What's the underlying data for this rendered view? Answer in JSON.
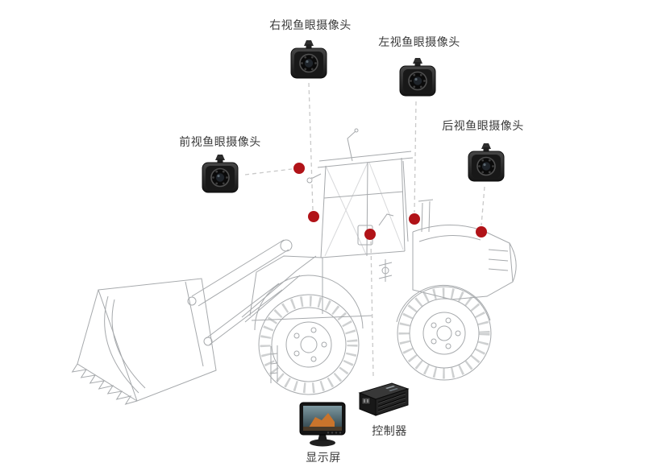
{
  "colors": {
    "marker_red": "#b11318",
    "wireframe_gray": "#a6a9ac",
    "connector_gray": "#c9c9c9",
    "label_text": "#3a3a3a"
  },
  "labels": {
    "right_camera": "右视鱼眼摄像头",
    "left_camera": "左视鱼眼摄像头",
    "front_camera": "前视鱼眼摄像头",
    "rear_camera": "后视鱼眼摄像头",
    "controller": "控制器",
    "display": "显示屏"
  },
  "icons": {
    "camera": "fisheye-camera-icon",
    "controller": "controller-box-icon",
    "display": "monitor-icon",
    "marker": "mount-point-marker"
  },
  "markers": {
    "count": 5
  }
}
